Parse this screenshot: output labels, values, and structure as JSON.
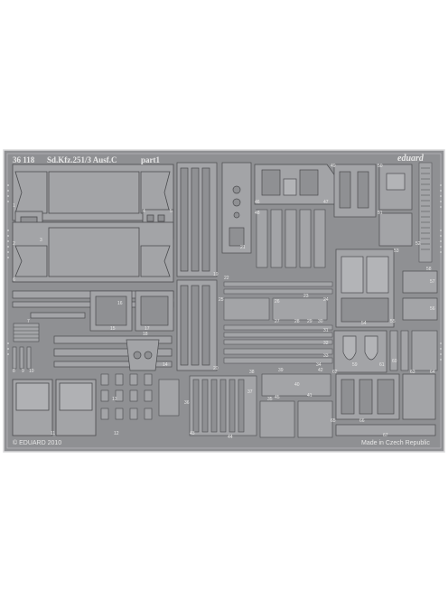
{
  "fret": {
    "product_code": "36 118",
    "title": "Sd.Kfz.251/3 Ausf.C",
    "part": "part1",
    "brand": "eduard",
    "copyright": "© EDUARD 2010",
    "origin": "Made in Czech Republic"
  },
  "part_numbers": [
    "1",
    "2",
    "3",
    "4",
    "5",
    "6",
    "7",
    "8",
    "9",
    "10",
    "11",
    "12",
    "13",
    "14",
    "15",
    "16",
    "17",
    "18",
    "19",
    "20",
    "21",
    "22",
    "23",
    "24",
    "25",
    "26",
    "27",
    "28",
    "29",
    "30",
    "31",
    "32",
    "33",
    "34",
    "35",
    "36",
    "37",
    "38",
    "39",
    "40",
    "41",
    "42",
    "43",
    "44",
    "45",
    "46",
    "47",
    "48",
    "49",
    "50",
    "51",
    "52",
    "53",
    "54",
    "55",
    "56",
    "57",
    "58",
    "59",
    "60",
    "61",
    "62",
    "63",
    "64",
    "65",
    "66",
    "67"
  ],
  "colors": {
    "fret_metal": "#8f9093",
    "fret_border": "#d8d8da",
    "part_fill": "#a3a4a7",
    "etch_line": "#4a4b4e",
    "text": "#e6e6e6"
  }
}
